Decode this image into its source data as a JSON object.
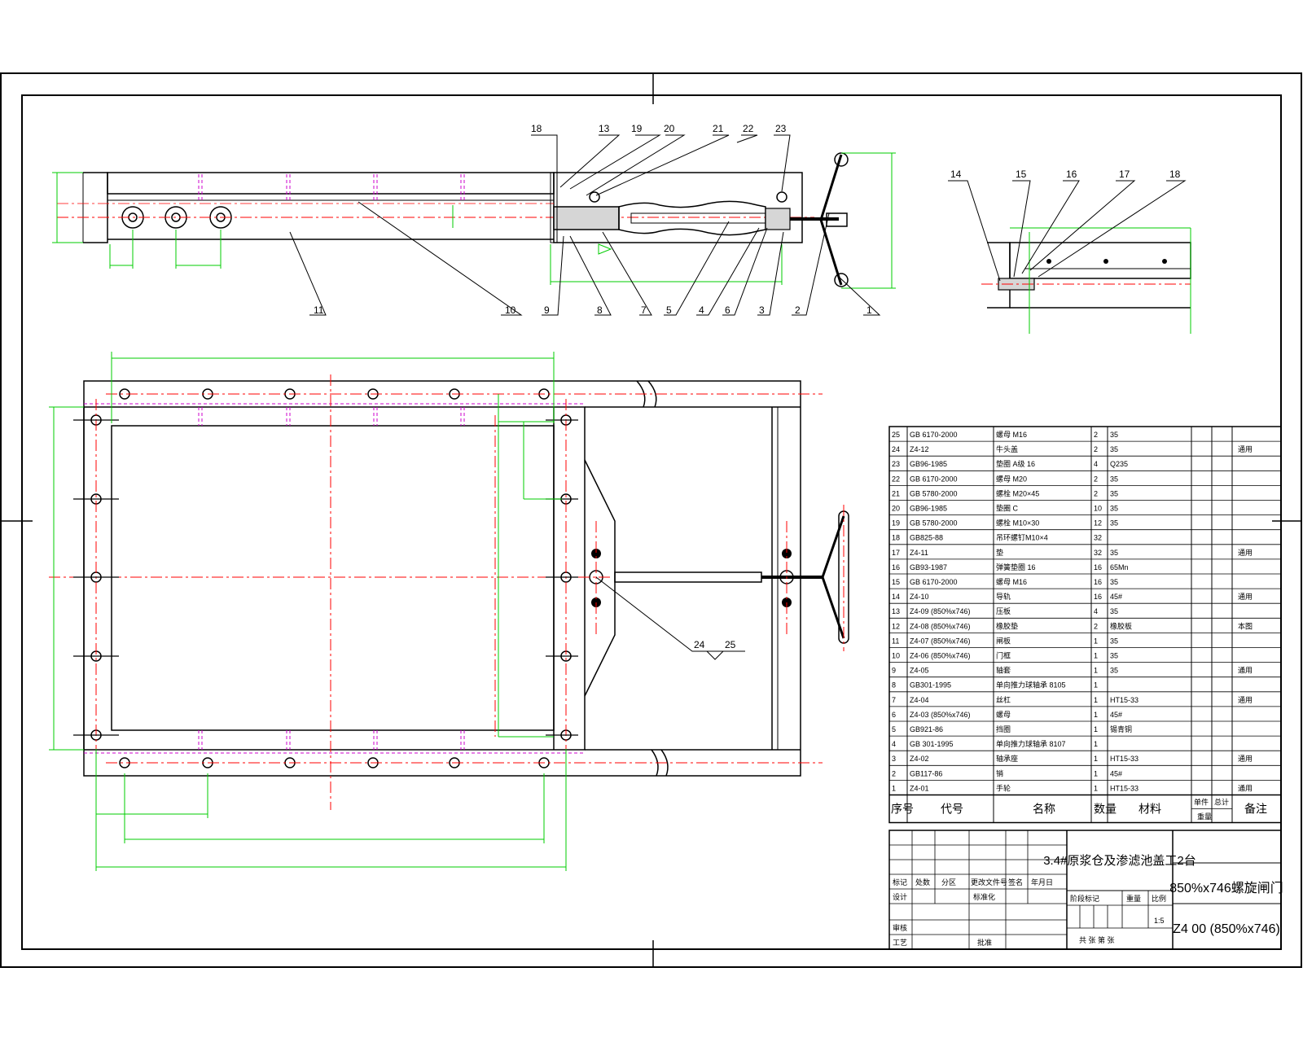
{
  "drawing": {
    "colors": {
      "line": "#000000",
      "center": "#ff0000",
      "dim": "#00cc00",
      "hidden": "#cc00cc"
    },
    "title_block": {
      "project": "3.4#原浆仓及渗滤池盖工2台",
      "drawing_name": "850%x746螺旋闸门",
      "drawing_code": "Z4 00 (850%x746)",
      "labels": {
        "revise": "标记",
        "count": "处数",
        "area": "分区",
        "doc_no": "更改文件号",
        "sign": "签名",
        "date": "年月日",
        "design": "设计",
        "standard": "标准化",
        "review": "审核",
        "process": "工艺",
        "approve": "批准",
        "stage": "阶段标记",
        "weight": "重量",
        "scale": "比例",
        "sheet": "共 张 第 张"
      },
      "scale_value": "1:5"
    },
    "bom_header": {
      "no": "序号",
      "code": "代号",
      "name": "名称",
      "qty": "数量",
      "material": "材料",
      "single": "单件",
      "total": "总计",
      "weight": "重量",
      "remark": "备注"
    },
    "bom": [
      {
        "no": "25",
        "code": "GB 6170-2000",
        "name": "螺母 M16",
        "qty": "2",
        "mat": "35",
        "remark": ""
      },
      {
        "no": "24",
        "code": "Z4-12",
        "name": "牛头盖",
        "qty": "2",
        "mat": "35",
        "remark": "通用"
      },
      {
        "no": "23",
        "code": "GB96-1985",
        "name": "垫圈 A级 16",
        "qty": "4",
        "mat": "Q235",
        "remark": ""
      },
      {
        "no": "22",
        "code": "GB 6170-2000",
        "name": "螺母 M20",
        "qty": "2",
        "mat": "35",
        "remark": ""
      },
      {
        "no": "21",
        "code": "GB 5780-2000",
        "name": "螺栓 M20×45",
        "qty": "2",
        "mat": "35",
        "remark": ""
      },
      {
        "no": "20",
        "code": "GB96-1985",
        "name": "垫圈 C",
        "qty": "10",
        "mat": "35",
        "remark": ""
      },
      {
        "no": "19",
        "code": "GB 5780-2000",
        "name": "螺栓 M10×30",
        "qty": "12",
        "mat": "35",
        "remark": ""
      },
      {
        "no": "18",
        "code": "GB825-88",
        "name": "吊环螺钉M10×4",
        "qty": "32",
        "mat": "",
        "remark": ""
      },
      {
        "no": "17",
        "code": "Z4-11",
        "name": "垫",
        "qty": "32",
        "mat": "35",
        "remark": "通用"
      },
      {
        "no": "16",
        "code": "GB93-1987",
        "name": "弹簧垫圈 16",
        "qty": "16",
        "mat": "65Mn",
        "remark": ""
      },
      {
        "no": "15",
        "code": "GB 6170-2000",
        "name": "螺母 M16",
        "qty": "16",
        "mat": "35",
        "remark": ""
      },
      {
        "no": "14",
        "code": "Z4-10",
        "name": "导轨",
        "qty": "16",
        "mat": "45#",
        "remark": "通用"
      },
      {
        "no": "13",
        "code": "Z4-09 (850%x746)",
        "name": "压板",
        "qty": "4",
        "mat": "35",
        "remark": ""
      },
      {
        "no": "12",
        "code": "Z4-08 (850%x746)",
        "name": "橡胶垫",
        "qty": "2",
        "mat": "橡胶板",
        "remark": "本图"
      },
      {
        "no": "11",
        "code": "Z4-07 (850%x746)",
        "name": "闸板",
        "qty": "1",
        "mat": "35",
        "remark": ""
      },
      {
        "no": "10",
        "code": "Z4-06 (850%x746)",
        "name": "门框",
        "qty": "1",
        "mat": "35",
        "remark": ""
      },
      {
        "no": "9",
        "code": "Z4-05",
        "name": "轴套",
        "qty": "1",
        "mat": "35",
        "remark": "通用"
      },
      {
        "no": "8",
        "code": "GB301-1995",
        "name": "单向推力球轴承 8105",
        "qty": "1",
        "mat": "",
        "remark": ""
      },
      {
        "no": "7",
        "code": "Z4-04",
        "name": "丝杠",
        "qty": "1",
        "mat": "HT15-33",
        "remark": "通用"
      },
      {
        "no": "6",
        "code": "Z4-03 (850%x746)",
        "name": "螺母",
        "qty": "1",
        "mat": "45#",
        "remark": ""
      },
      {
        "no": "5",
        "code": "GB921-86",
        "name": "挡圈",
        "qty": "1",
        "mat": "锡青铜",
        "remark": ""
      },
      {
        "no": "4",
        "code": "GB 301-1995",
        "name": "单向推力球轴承 8107",
        "qty": "1",
        "mat": "",
        "remark": ""
      },
      {
        "no": "3",
        "code": "Z4-02",
        "name": "轴承座",
        "qty": "1",
        "mat": "HT15-33",
        "remark": "通用"
      },
      {
        "no": "2",
        "code": "GB117-86",
        "name": "销",
        "qty": "1",
        "mat": "45#",
        "remark": ""
      },
      {
        "no": "1",
        "code": "Z4-01",
        "name": "手轮",
        "qty": "1",
        "mat": "HT15-33",
        "remark": "通用"
      }
    ],
    "callouts_top": [
      "18",
      "13",
      "19",
      "20",
      "21",
      "22",
      "23"
    ],
    "callouts_bottom": [
      "11",
      "10",
      "9",
      "8",
      "7",
      "5",
      "4",
      "6",
      "3",
      "2",
      "1"
    ],
    "callouts_section": [
      "14",
      "15",
      "16",
      "17",
      "18"
    ],
    "callouts_plan": [
      "24",
      "25"
    ]
  }
}
